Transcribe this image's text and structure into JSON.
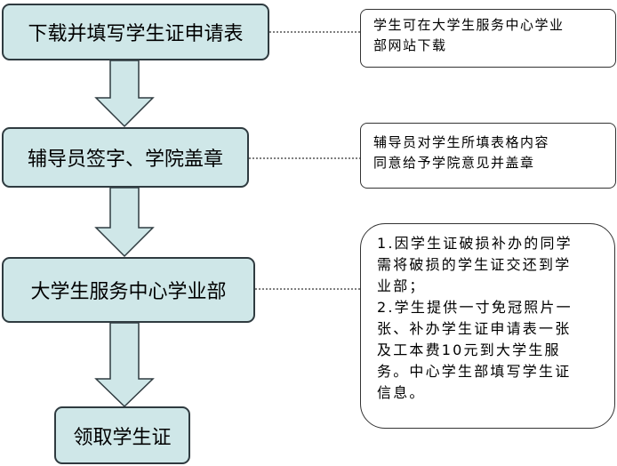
{
  "steps": [
    {
      "label": "下载并填写学生证申请表"
    },
    {
      "label": "辅导员签字、学院盖章"
    },
    {
      "label": "大学生服务中心学业部"
    },
    {
      "label": "领取学生证"
    }
  ],
  "notes": [
    {
      "lines": [
        "学生可在大学生服务中心学业",
        "部网站下载"
      ]
    },
    {
      "lines": [
        "辅导员对学生所填表格内容",
        "同意给予学院意见并盖章"
      ]
    },
    {
      "lines": [
        "1.因学生证破损补办的同学",
        "需将破损的学生证交还到学",
        "业部；",
        "2.学生提供一寸免冠照片一",
        "张、补办学生证申请表一张",
        "及工本费10元到大学生服",
        "务。中心学生部填写学生证",
        "信息。"
      ]
    }
  ],
  "colors": {
    "step_fill": "#cfe7e8",
    "step_border": "#2f3b40",
    "arrow_fill": "#cfe7e8"
  }
}
